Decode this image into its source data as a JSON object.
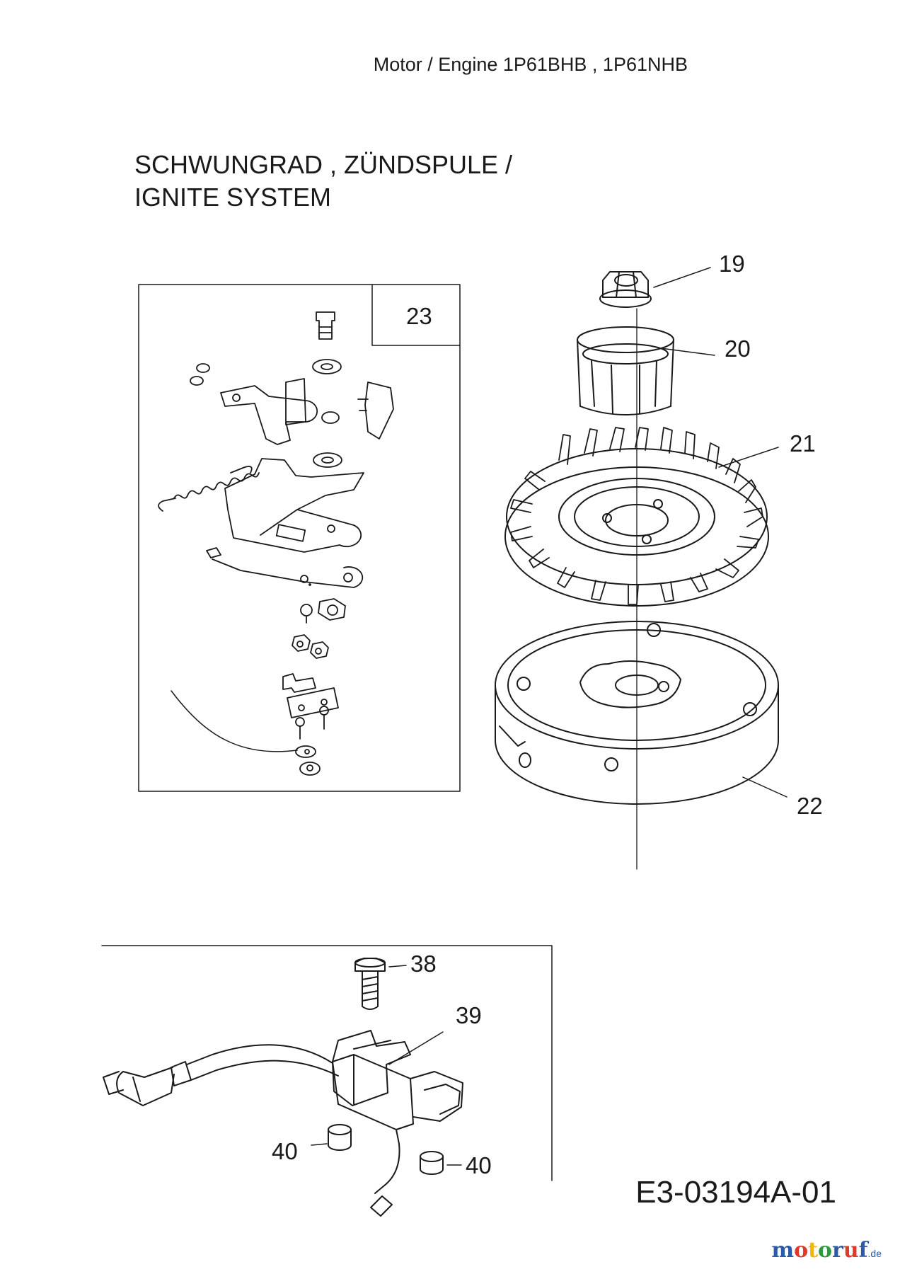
{
  "header": {
    "engine_models": "Motor / Engine 1P61BHB ,  1P61NHB"
  },
  "title": {
    "line1": "SCHWUNGRAD , ZÜNDSPULE /",
    "line2": "IGNITE SYSTEM"
  },
  "parts": {
    "p19": "19",
    "p20": "20",
    "p21": "21",
    "p22": "22",
    "p23": "23",
    "p38": "38",
    "p39": "39",
    "p40a": "40",
    "p40b": "40"
  },
  "drawing_code": "E3-03194A-01",
  "watermark": {
    "brand": "motoruf",
    "tld": ".de"
  },
  "colors": {
    "line": "#1a1a1a",
    "logo_colors": [
      "#2b5aa8",
      "#e0382b",
      "#f2b705",
      "#2b9a3e"
    ]
  }
}
